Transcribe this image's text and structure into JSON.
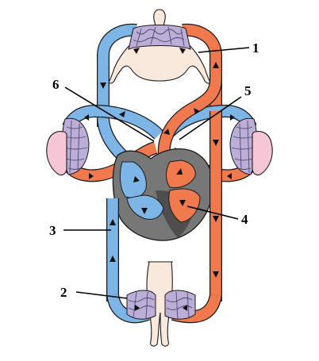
{
  "colors": {
    "deoxygenated": "#7db5e6",
    "oxygenated": "#f07a4e",
    "capillary_bed": "#bcaed8",
    "skin": "#f9e9dc",
    "lung": "#f4c6d6",
    "heart_wall": "#777777",
    "heart_wall_dark": "#4e4e4e",
    "outline": "#1a1a1a"
  },
  "labels": {
    "l1": "1",
    "l2": "2",
    "l3": "3",
    "l4": "4",
    "l5": "5",
    "l6": "6"
  }
}
